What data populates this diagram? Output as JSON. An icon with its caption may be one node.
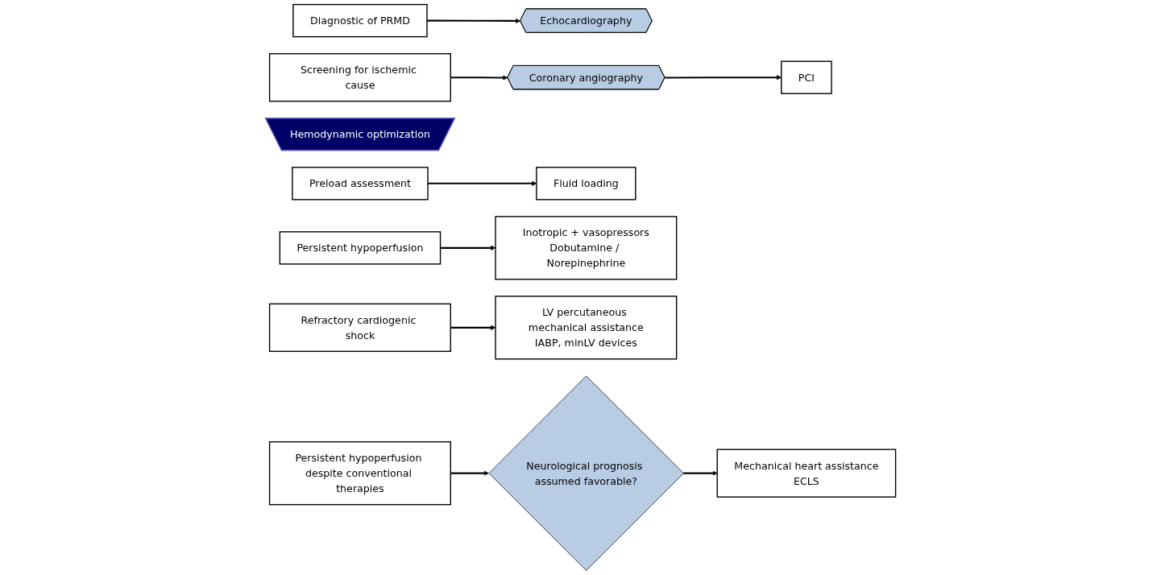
{
  "diagram": {
    "nodes": [
      {
        "text": [
          "Diagnostic of PRMD"
        ]
      },
      {
        "text": [
          "Echocardiography"
        ]
      },
      {
        "text": [
          "Screening for ischemic cause"
        ]
      },
      {
        "text": [
          "Coronary angiography"
        ]
      },
      {
        "text": [
          "PCI"
        ]
      },
      {
        "text": [
          "Hemodynamic optimization"
        ]
      },
      {
        "text": [
          "Preload assessment"
        ]
      },
      {
        "text": [
          "Fluid loading"
        ]
      },
      {
        "text": [
          "Persistent hypoperfusion"
        ]
      },
      {
        "text": [
          "Inotropic + vasopressors",
          "Dobutamine / Norepinephrine"
        ]
      },
      {
        "text": [
          "Refractory cardiogenic shock"
        ]
      },
      {
        "text": [
          "LV percutaneous mechanical assistance",
          "IABP, minLV devices"
        ]
      },
      {
        "text": [
          "Persistent hypoperfusion despite conventional therapies"
        ]
      },
      {
        "text": [
          "Neurological prognosis assumed favorable?"
        ]
      },
      {
        "text": [
          "Mechanical heart assistance",
          "ECLS"
        ]
      }
    ],
    "edges": [
      {
        "from": 0,
        "to": 1,
        "arrow": "to"
      },
      {
        "from": 2,
        "to": 3,
        "arrow": "to"
      },
      {
        "from": 3,
        "to": 4,
        "arrow": "to"
      },
      {
        "from": 6,
        "to": 7,
        "arrow": "to"
      },
      {
        "from": 8,
        "to": 9,
        "arrow": "to"
      },
      {
        "from": 10,
        "to": 11,
        "arrow": "to"
      },
      {
        "from": 12,
        "to": 13,
        "arrow": "to"
      },
      {
        "from": 13,
        "to": 14,
        "arrow": "to"
      }
    ]
  }
}
